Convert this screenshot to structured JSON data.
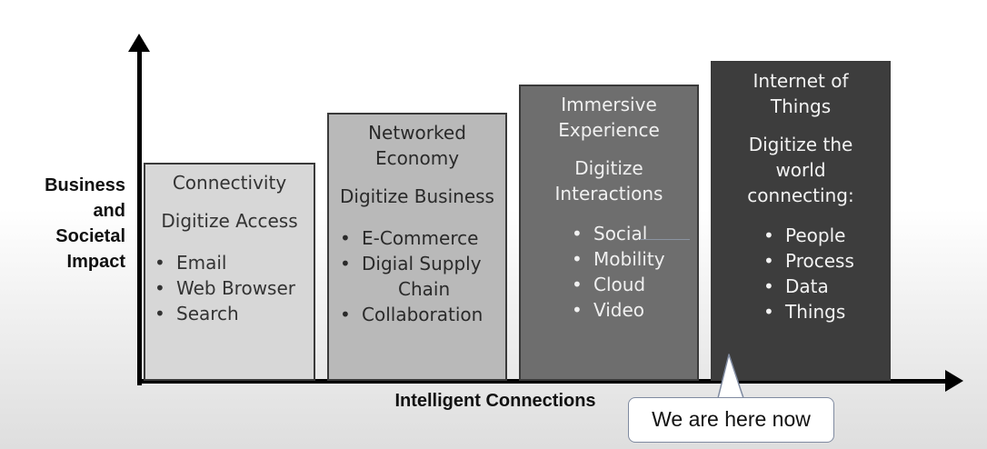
{
  "axes": {
    "y_label_lines": [
      "Business",
      "and",
      "Societal",
      "Impact"
    ],
    "x_label": "Intelligent Connections"
  },
  "stages": [
    {
      "title_lines": [
        "Connectivity"
      ],
      "subtitle_lines": [
        "Digitize Access"
      ],
      "bullets": [
        "Email",
        "Web Browser",
        "Search"
      ]
    },
    {
      "title_lines": [
        "Networked",
        "Economy"
      ],
      "subtitle_lines": [
        "Digitize Business"
      ],
      "bullets": [
        "E-Commerce",
        "Digial Supply",
        "Chain",
        "Collaboration"
      ]
    },
    {
      "title_lines": [
        "Immersive",
        "Experience"
      ],
      "subtitle_lines": [
        "Digitize",
        "Interactions"
      ],
      "bullets": [
        "Social",
        "Mobility",
        "Cloud",
        "Video"
      ]
    },
    {
      "title_lines": [
        "Internet of",
        "Things"
      ],
      "subtitle_lines": [
        "Digitize the",
        "world",
        "connecting:"
      ],
      "bullets": [
        "People",
        "Process",
        "Data",
        "Things"
      ]
    }
  ],
  "callout": {
    "text": "We are here now"
  },
  "colors": {
    "stage_1_fill": "#d7d7d7",
    "stage_2_fill": "#b9b9b9",
    "stage_3_fill": "#6e6e6e",
    "stage_4_fill": "#3d3d3d",
    "axis": "#000000",
    "callout_border": "#7f8aa0"
  }
}
